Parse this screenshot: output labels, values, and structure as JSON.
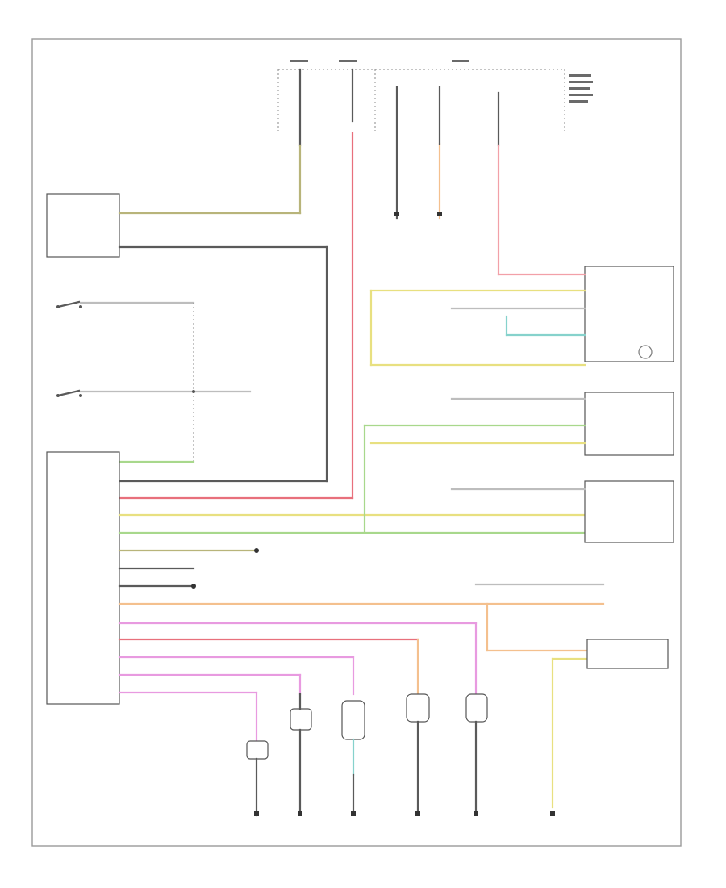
{
  "diagram": {
    "page_label": "",
    "components": [
      {
        "id": "wcm",
        "label": ""
      },
      {
        "id": "left-switch",
        "label": ""
      },
      {
        "id": "lf-switch",
        "label": ""
      },
      {
        "id": "cluster",
        "label": ""
      },
      {
        "id": "front-door",
        "label": ""
      },
      {
        "id": "left-rear-door",
        "label": ""
      },
      {
        "id": "rear-door",
        "label": ""
      },
      {
        "id": "sliding-door-module",
        "label": ""
      }
    ],
    "grounds": [
      {
        "id": "g1",
        "label": ""
      },
      {
        "id": "g2",
        "label": ""
      },
      {
        "id": "g3",
        "label": ""
      },
      {
        "id": "g4",
        "label": ""
      },
      {
        "id": "g5",
        "label": ""
      },
      {
        "id": "g6",
        "label": ""
      }
    ],
    "colors": {
      "black": "#5a5a5a",
      "light-gray": "#bdbdbd",
      "pink": "#f2a0a8",
      "red": "#e8707c",
      "yellow": "#e8e080",
      "green": "#a8d88c",
      "cyan": "#86d2cc",
      "orange": "#f4c08e",
      "olive": "#b8b47a",
      "magenta": "#e89ae0"
    }
  }
}
